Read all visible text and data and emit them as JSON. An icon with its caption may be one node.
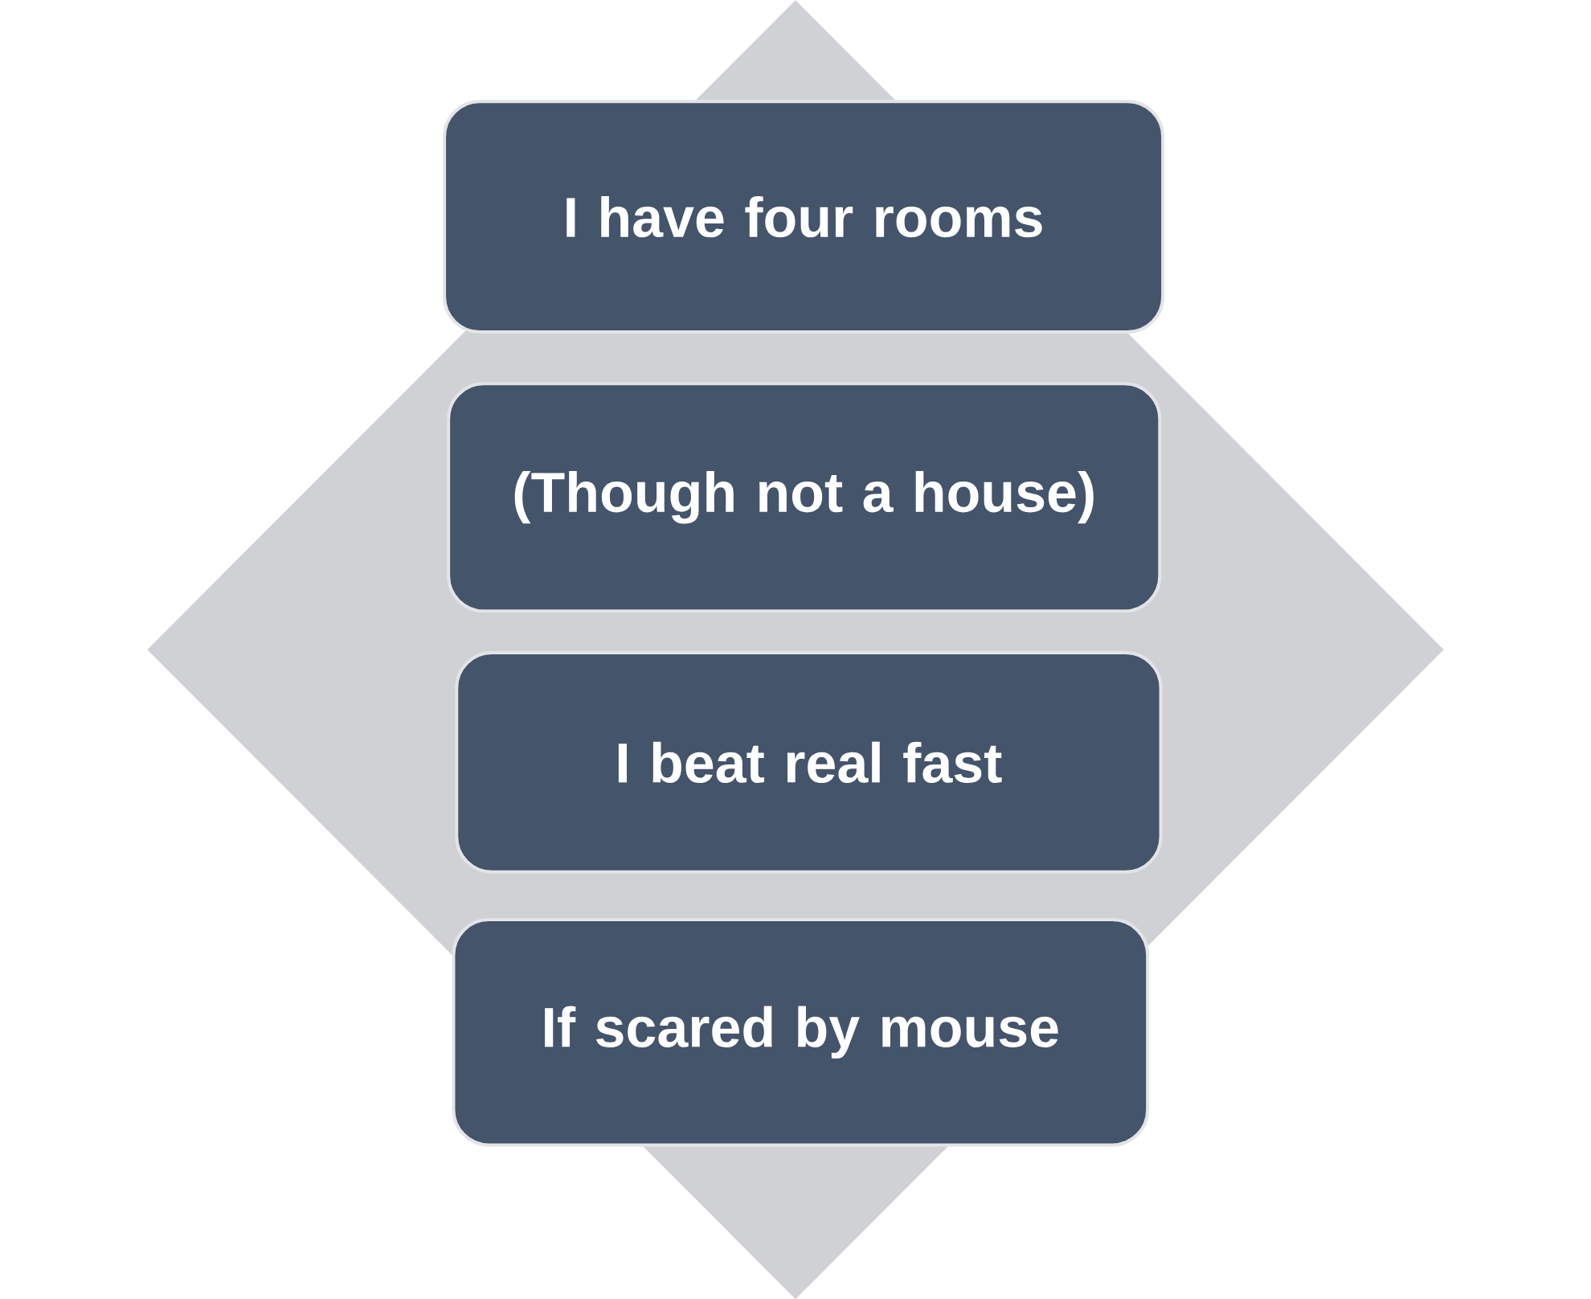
{
  "diagram": {
    "nodes": [
      {
        "text": [],
        "shape": "diamond"
      },
      {
        "text": [
          "I have four rooms"
        ],
        "in": 0
      },
      {
        "text": [
          "(Though not a house)"
        ],
        "in": 0
      },
      {
        "text": [
          "I beat real fast"
        ],
        "in": 0
      },
      {
        "text": [
          "If scared by mouse"
        ],
        "in": 0
      }
    ]
  }
}
